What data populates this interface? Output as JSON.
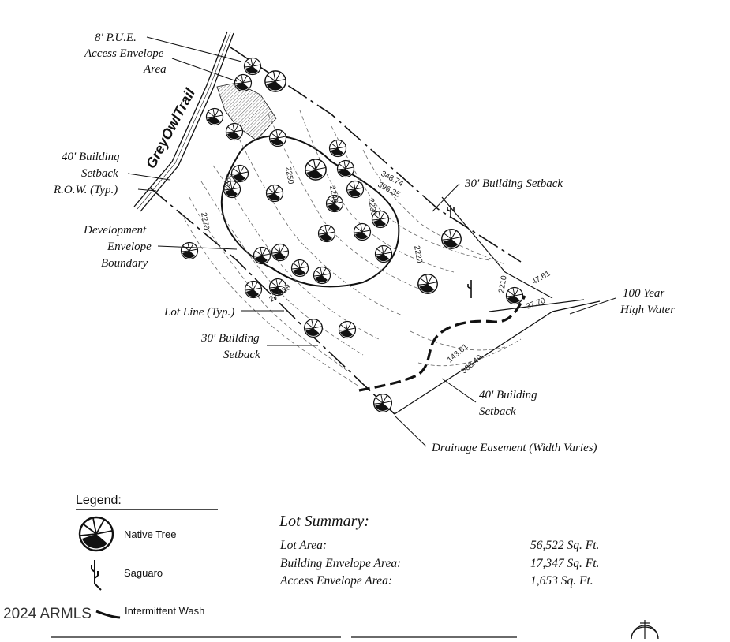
{
  "plan": {
    "road_name": "GreyOwlTrail",
    "callouts": {
      "pue": "8' P.U.E.",
      "access_envelope_1": "Access Envelope",
      "access_envelope_2": "Area",
      "building_setback_40_1": "40' Building",
      "building_setback_40_2": "Setback",
      "row": "R.O.W. (Typ.)",
      "development_envelope_1": "Development",
      "development_envelope_2": "Envelope",
      "development_envelope_3": "Boundary",
      "lot_line": "Lot Line (Typ.)",
      "setback_30_bottom_1": "30' Building",
      "setback_30_bottom_2": "Setback",
      "setback_30_right": "30' Building Setback",
      "high_water_1": "100 Year",
      "high_water_2": "High Water",
      "setback_40_bottom_1": "40' Building",
      "setback_40_bottom_2": "Setback",
      "drainage_easement": "Drainage Easement (Width Varies)"
    },
    "dimensions": {
      "d_348": "348.74",
      "d_396": "396.35",
      "d_47": "47.61",
      "d_37": "37.70",
      "d_143": "143.61",
      "d_503": "503.49",
      "d_274": "274.38"
    },
    "contours": {
      "c2270": "2270",
      "c2260": "2260",
      "c2250": "2250",
      "c2240": "2240",
      "c2230": "2230",
      "c2220": "2220",
      "c2210": "2210"
    }
  },
  "legend": {
    "title": "Legend:",
    "items": [
      {
        "label": "Native Tree",
        "icon": "native-tree-icon"
      },
      {
        "label": "Saguaro",
        "icon": "saguaro-icon"
      },
      {
        "label": "Intermittent Wash",
        "icon": "intermittent-wash-icon"
      }
    ]
  },
  "lot_summary": {
    "title": "Lot Summary:",
    "rows": [
      {
        "label": "Lot Area:",
        "value": "56,522 Sq. Ft."
      },
      {
        "label": "Building Envelope Area:",
        "value": "17,347 Sq. Ft."
      },
      {
        "label": "Access Envelope Area:",
        "value": "1,653 Sq. Ft."
      }
    ]
  },
  "watermark": "2024 ARMLS",
  "colors": {
    "ink": "#111111",
    "paper": "#ffffff"
  }
}
